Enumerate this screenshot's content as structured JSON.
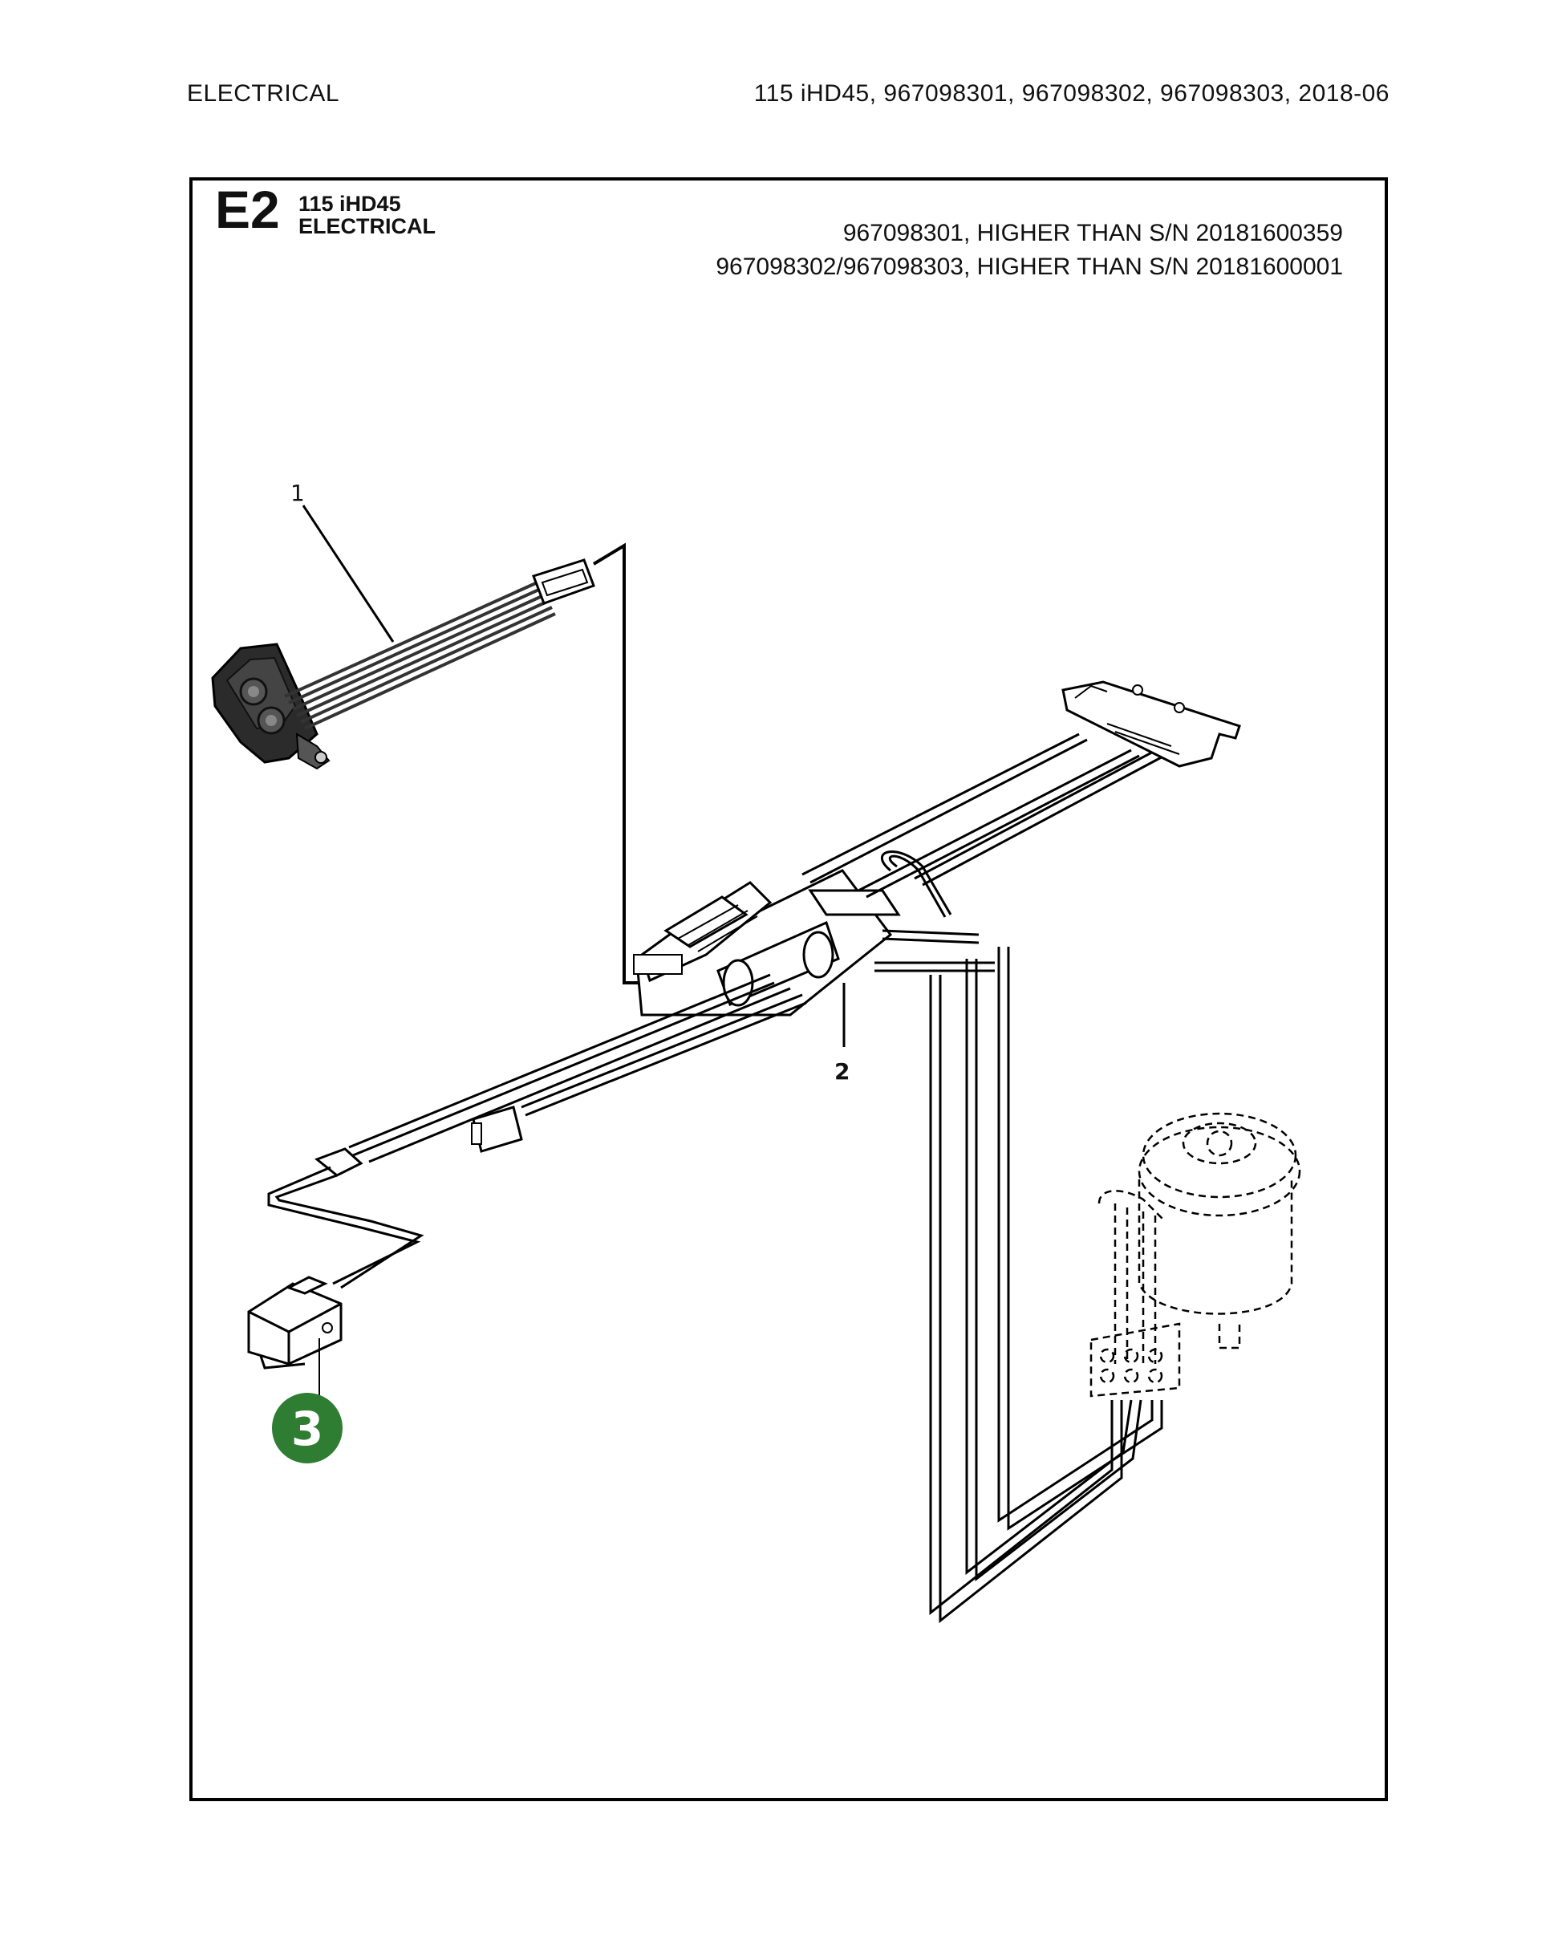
{
  "header": {
    "section": "ELECTRICAL",
    "model_info": "115 iHD45, 967098301, 967098302, 967098303, 2018-06"
  },
  "diagram": {
    "code": "E2",
    "model": "115 iHD45",
    "name": "ELECTRICAL",
    "serials": [
      "967098301, HIGHER THAN S/N 20181600359",
      "967098302/967098303, HIGHER THAN S/N 20181600001"
    ],
    "callouts": [
      {
        "label": "1"
      },
      {
        "label": "2"
      },
      {
        "label": "3"
      }
    ],
    "badge_color": "#2e7d32"
  }
}
